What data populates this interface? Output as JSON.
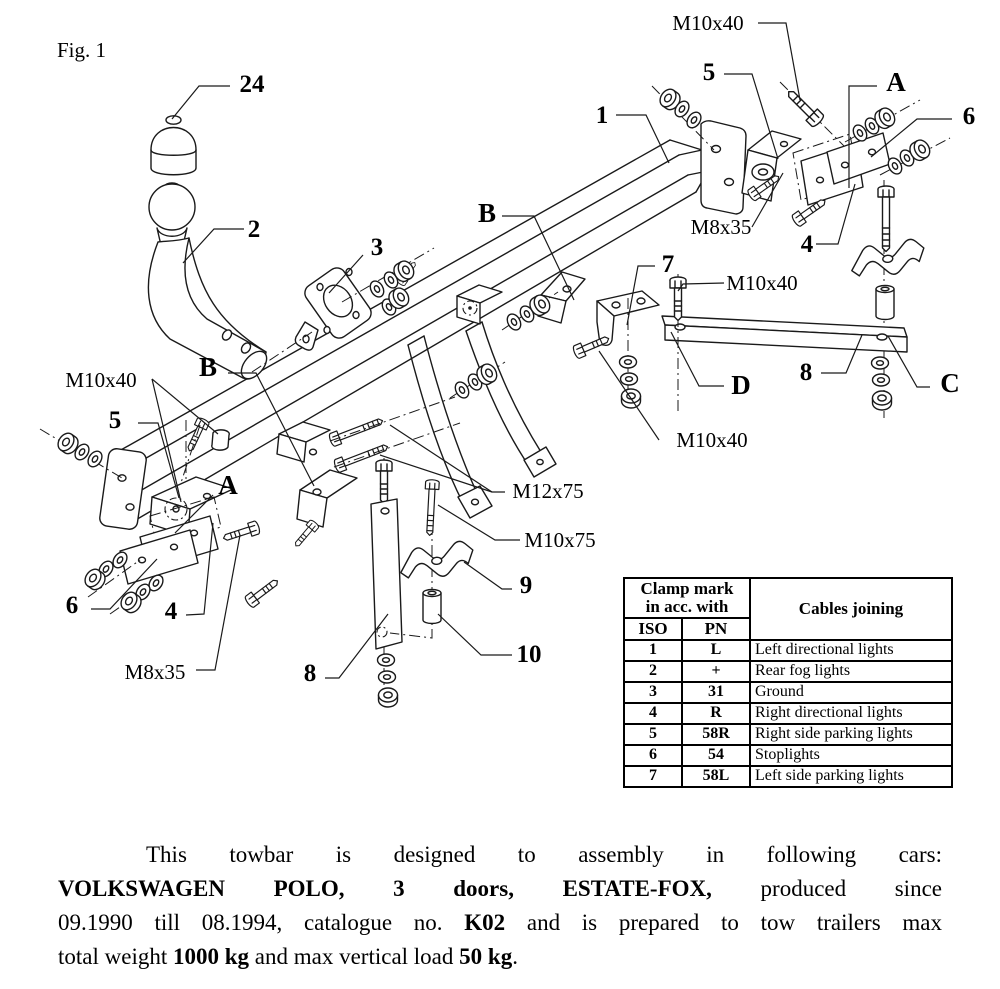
{
  "figure": {
    "caption": "Fig. 1",
    "labels": {
      "n24": "24",
      "n2": "2",
      "n3": "3",
      "b_top": "B",
      "n1": "1",
      "m10x40_top": "M10x40",
      "n5_top": "5",
      "a_top": "A",
      "n6_top": "6",
      "m8x35_right": "M8x35",
      "n4_top": "4",
      "n7": "7",
      "m10x40_mid": "M10x40",
      "d": "D",
      "n8_right": "8",
      "c": "C",
      "m10x40_left": "M10x40",
      "b_left": "B",
      "n5_left": "5",
      "a_left": "A",
      "m10x40_bottom": "M10x40",
      "m12x75": "M12x75",
      "m10x75": "M10x75",
      "n9": "9",
      "n10": "10",
      "n6_left": "6",
      "n4_left": "4",
      "m8x35_left": "M8x35",
      "n8_bottom": "8"
    }
  },
  "table": {
    "header": {
      "col1_line1": "Clamp mark",
      "col1_line2": "in acc. with",
      "col2": "Cables joining",
      "sub1": "ISO",
      "sub2": "PN"
    },
    "rows": [
      {
        "iso": "1",
        "pn": "L",
        "cable": "Left directional lights"
      },
      {
        "iso": "2",
        "pn": "+",
        "cable": "Rear fog lights"
      },
      {
        "iso": "3",
        "pn": "31",
        "cable": "Ground"
      },
      {
        "iso": "4",
        "pn": "R",
        "cable": "Right directional lights"
      },
      {
        "iso": "5",
        "pn": "58R",
        "cable": "Right side parking lights"
      },
      {
        "iso": "6",
        "pn": "54",
        "cable": "Stoplights"
      },
      {
        "iso": "7",
        "pn": "58L",
        "cable": "Left side parking lights"
      }
    ]
  },
  "paragraph": {
    "line1": "This towbar is designed to assembly in following cars:",
    "line2_bold": "VOLKSWAGEN POLO, 3 doors, ESTATE-FOX,",
    "line2_rest": " produced since",
    "line3_a": "09.1990 till 08.1994, catalogue no. ",
    "line3_bold": "K02",
    "line3_b": " and is prepared to tow trailers max",
    "line4_a": "total weight ",
    "line4_bold1": "1000 kg",
    "line4_b": " and max vertical load ",
    "line4_bold2": "50 kg",
    "line4_c": "."
  }
}
